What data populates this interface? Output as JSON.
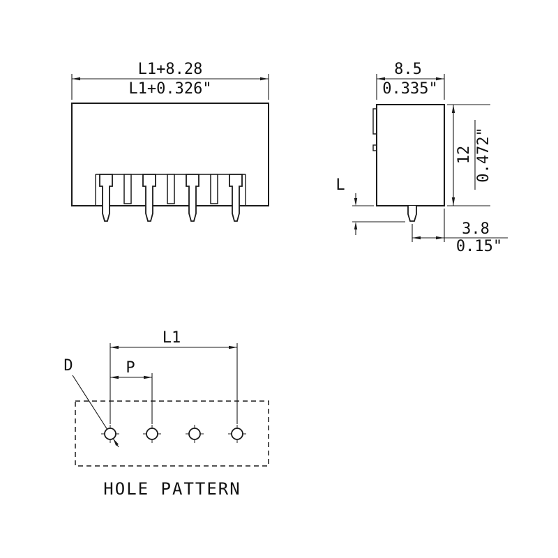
{
  "front_view": {
    "width_mm": "L1+8.28",
    "width_inch": "L1+0.326\""
  },
  "side_view": {
    "depth_mm": "8.5",
    "depth_inch": "0.335\"",
    "height_mm": "12",
    "height_inch": "0.472\"",
    "pin_length_label": "L",
    "pin_offset_mm": "3.8",
    "pin_offset_inch": "0.15\""
  },
  "hole_pattern": {
    "span_label": "L1",
    "pitch_label": "P",
    "diameter_label": "D",
    "caption": "HOLE PATTERN"
  }
}
